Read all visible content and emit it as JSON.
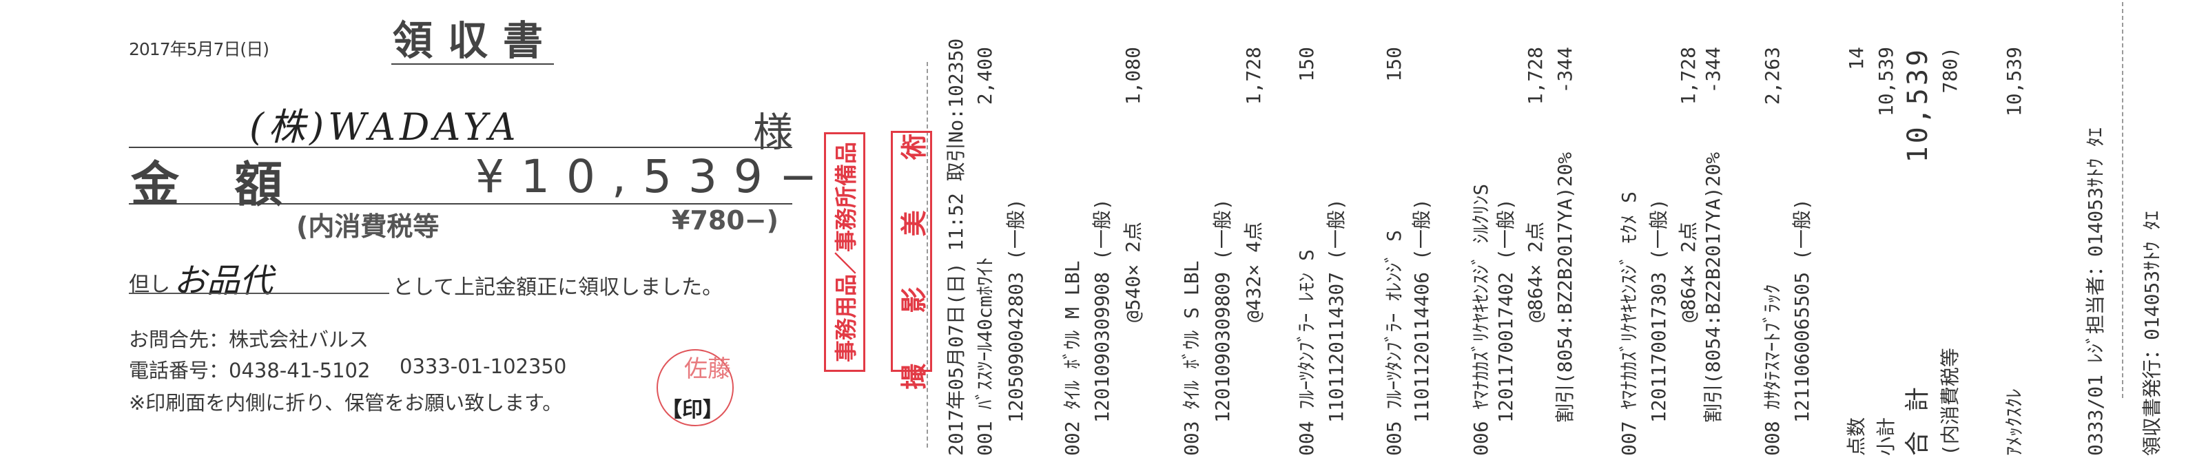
{
  "slip": {
    "date": "2017年5月7日(日)",
    "title": "領収書",
    "addressee_handwritten": "(株)WADAYA",
    "honorific": "様",
    "amount_label": "金額",
    "amount": "¥10,539−",
    "tax_label": "(内消費税等",
    "tax_amount": "¥780−)",
    "tadashi_label": "但し",
    "purpose_handwritten": "お品代",
    "received_text": "として上記金額正に領収しました。",
    "contact_line": "お問合先：株式会社バルス",
    "phone_line": "電話番号：0438-41-5102",
    "register_no": "0333-01-102350",
    "note": "※印刷面を内側に折り、保管をお願い致します。",
    "seal_text": "佐藤",
    "inn_mark": "【印】"
  },
  "stamps": {
    "category": "事務用品／事務所備品",
    "department": "撮 影 美 術",
    "color": "#e23a45"
  },
  "receipt": {
    "lines": [
      {
        "text": "2017年05月07日(日) 11:52 取引No:102350",
        "amount": ""
      },
      {
        "text": "001 ﾊﾞｽｽﾂｰﾙ40cmﾎﾜｲﾄ",
        "amount": "2,400"
      },
      {
        "text": "1205090042803 (一般)",
        "amount": ""
      },
      {
        "text": "002 ﾀｲﾙ ﾎﾞｳﾙ M LBL",
        "amount": ""
      },
      {
        "text": "1201090309908 (一般)",
        "amount": ""
      },
      {
        "text": "@540×  2点",
        "amount": "1,080"
      },
      {
        "text": "003 ﾀｲﾙ ﾎﾞｳﾙ S LBL",
        "amount": ""
      },
      {
        "text": "1201090309809 (一般)",
        "amount": ""
      },
      {
        "text": "@432×  4点",
        "amount": "1,728"
      },
      {
        "text": "004 ﾌﾙｰﾂﾀﾝﾌﾞﾗｰ ﾚﾓﾝ S",
        "amount": "150"
      },
      {
        "text": "1101120114307 (一般)",
        "amount": ""
      },
      {
        "text": "005 ﾌﾙｰﾂﾀﾝﾌﾞﾗｰ ｵﾚﾝｼﾞ S",
        "amount": "150"
      },
      {
        "text": "1101120114406 (一般)",
        "amount": ""
      },
      {
        "text": "006 ﾔﾏﾅｶｶｽﾞﾘｹﾔｷｾﾝｽｼﾞ ｼﾙｸﾘﾝS",
        "amount": ""
      },
      {
        "text": "1201170017402 (一般)",
        "amount": ""
      },
      {
        "text": "@864×  2点",
        "amount": "1,728"
      },
      {
        "text": "割引(8054:BZ2B2017YA)20%",
        "amount": "-344"
      },
      {
        "text": "007 ﾔﾏﾅｶｶｽﾞﾘｹﾔｷｾﾝｽｼﾞ ﾓｸﾒ S",
        "amount": ""
      },
      {
        "text": "1201170017303 (一般)",
        "amount": ""
      },
      {
        "text": "@864×  2点",
        "amount": "1,728"
      },
      {
        "text": "割引(8054:BZ2B2017YA)20%",
        "amount": "-344"
      },
      {
        "text": "008 ｶｻﾀﾃｽﾏｰﾄﾌﾞﾗｯｸ",
        "amount": "2,263"
      },
      {
        "text": "1211060065505 (一般)",
        "amount": ""
      },
      {
        "text": "点数",
        "amount": "14"
      },
      {
        "text": "小計",
        "amount": "10,539"
      },
      {
        "text": "合計",
        "amount": "10,539"
      },
      {
        "text": "(内消費税等",
        "amount": "780)"
      },
      {
        "text": "ｱﾒｯｸｽｸﾚ",
        "amount": "10,539"
      },
      {
        "text": "0333/01 ﾚｼﾞ担当者：014053ｻﾄｳ ﾀｴ",
        "amount": ""
      },
      {
        "text": "領収書発行：014053ｻﾄｳ ﾀｴ",
        "amount": ""
      }
    ]
  }
}
